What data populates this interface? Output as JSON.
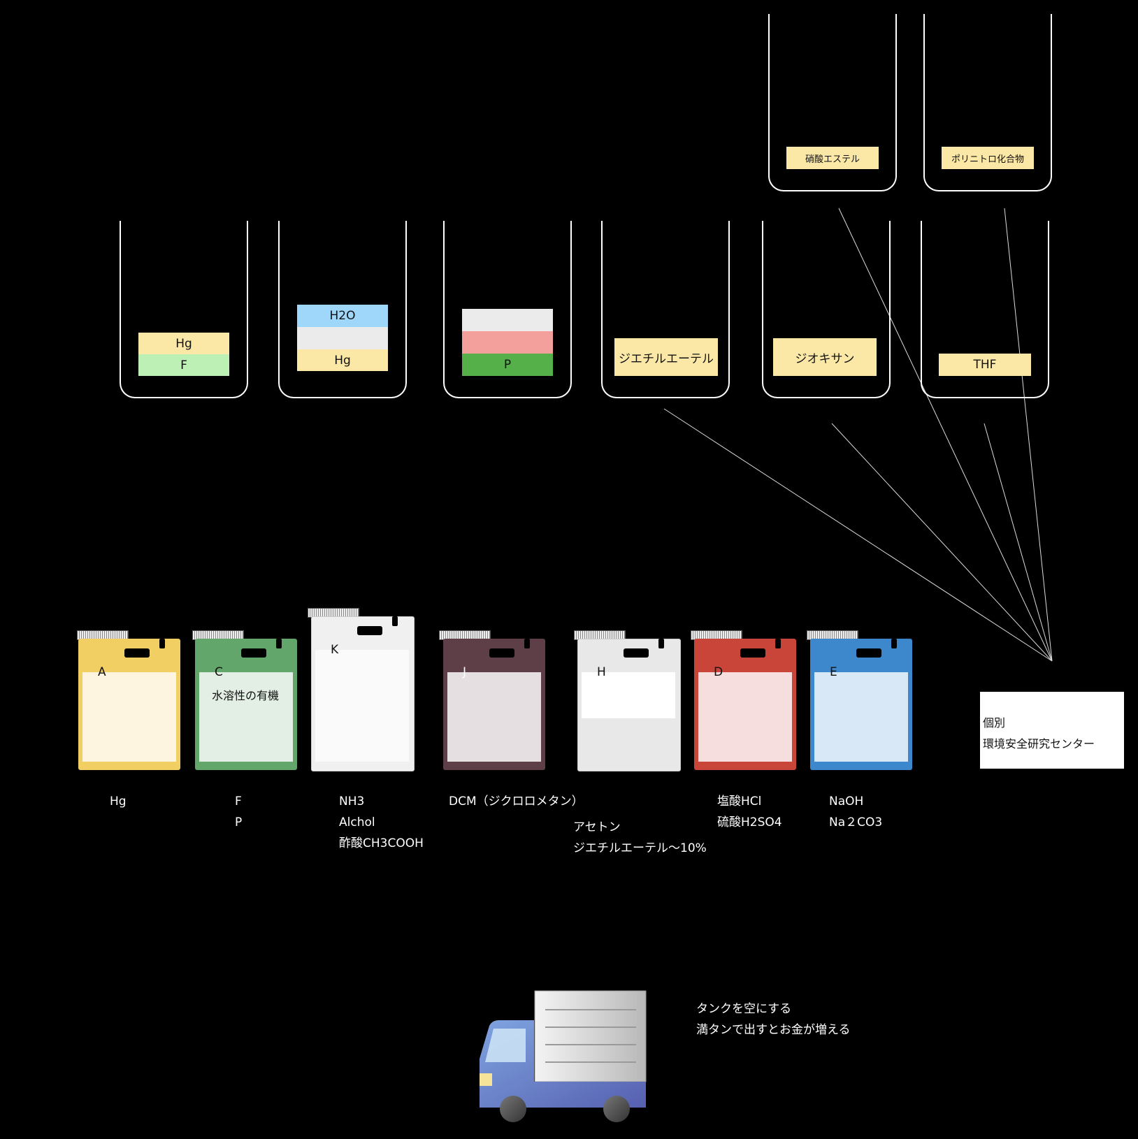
{
  "beakers_top": [
    {
      "id": "beaker-nitrate-ester",
      "label": "硝酸エステル"
    },
    {
      "id": "beaker-polynitro",
      "label": "ポリニトロ化合物"
    }
  ],
  "beakers_main": [
    {
      "id": "beaker-1",
      "layers": [
        "Hg",
        "F"
      ]
    },
    {
      "id": "beaker-2",
      "layers": [
        "H2O",
        "",
        "Hg"
      ]
    },
    {
      "id": "beaker-3",
      "layers": [
        "",
        "",
        "P"
      ]
    },
    {
      "id": "beaker-4",
      "layers": [
        "ジエチルエーテル"
      ]
    },
    {
      "id": "beaker-5",
      "layers": [
        "ジオキサン"
      ]
    },
    {
      "id": "beaker-6",
      "layers": [
        "THF"
      ]
    }
  ],
  "tanks": [
    {
      "letter": "A",
      "window_text": "",
      "color": "#f2cf63",
      "window": "#fdf5df"
    },
    {
      "letter": "C",
      "window_text": "水溶性の有機",
      "color": "#62a66b",
      "window": "#e3efe4"
    },
    {
      "letter": "K",
      "window_text": "",
      "color": "#f0f0f0",
      "window": "#fafafa"
    },
    {
      "letter": "J",
      "window_text": "",
      "color": "#5f3f47",
      "window": "#e6dfe1"
    },
    {
      "letter": "H",
      "window_text": "",
      "color": "#e8e8e8",
      "window": "#ffffff"
    },
    {
      "letter": "D",
      "window_text": "",
      "color": "#c9453a",
      "window": "#f5dedd"
    },
    {
      "letter": "E",
      "window_text": "",
      "color": "#3d88cc",
      "window": "#d9e8f6"
    }
  ],
  "tank_contents": {
    "A": [
      "Hg"
    ],
    "C": [
      "F",
      "P"
    ],
    "K": [
      "NH3",
      "Alchol",
      "酢酸CH3COOH"
    ],
    "J": [
      "DCM（ジクロロメタン）"
    ],
    "H": [
      "アセトン",
      "ジエチルエーテル～10%"
    ],
    "D": [
      "塩酸HCl",
      "硫酸H2SO4"
    ],
    "E": [
      "NaOH",
      "Na２CO3"
    ]
  },
  "center_box": {
    "line1": "個別",
    "line2": "環境安全研究センター"
  },
  "truck_note": {
    "line1": "タンクを空にする",
    "line2": "満タンで出すとお金が増える"
  },
  "colors": {
    "background": "#000000",
    "layer_yellow": "#fce8a6",
    "layer_green": "#bdf0b5",
    "layer_blue": "#9fd7fb",
    "layer_gray": "#ebebeb",
    "layer_pink": "#f3a09c",
    "layer_dkgreen": "#56b04a"
  }
}
